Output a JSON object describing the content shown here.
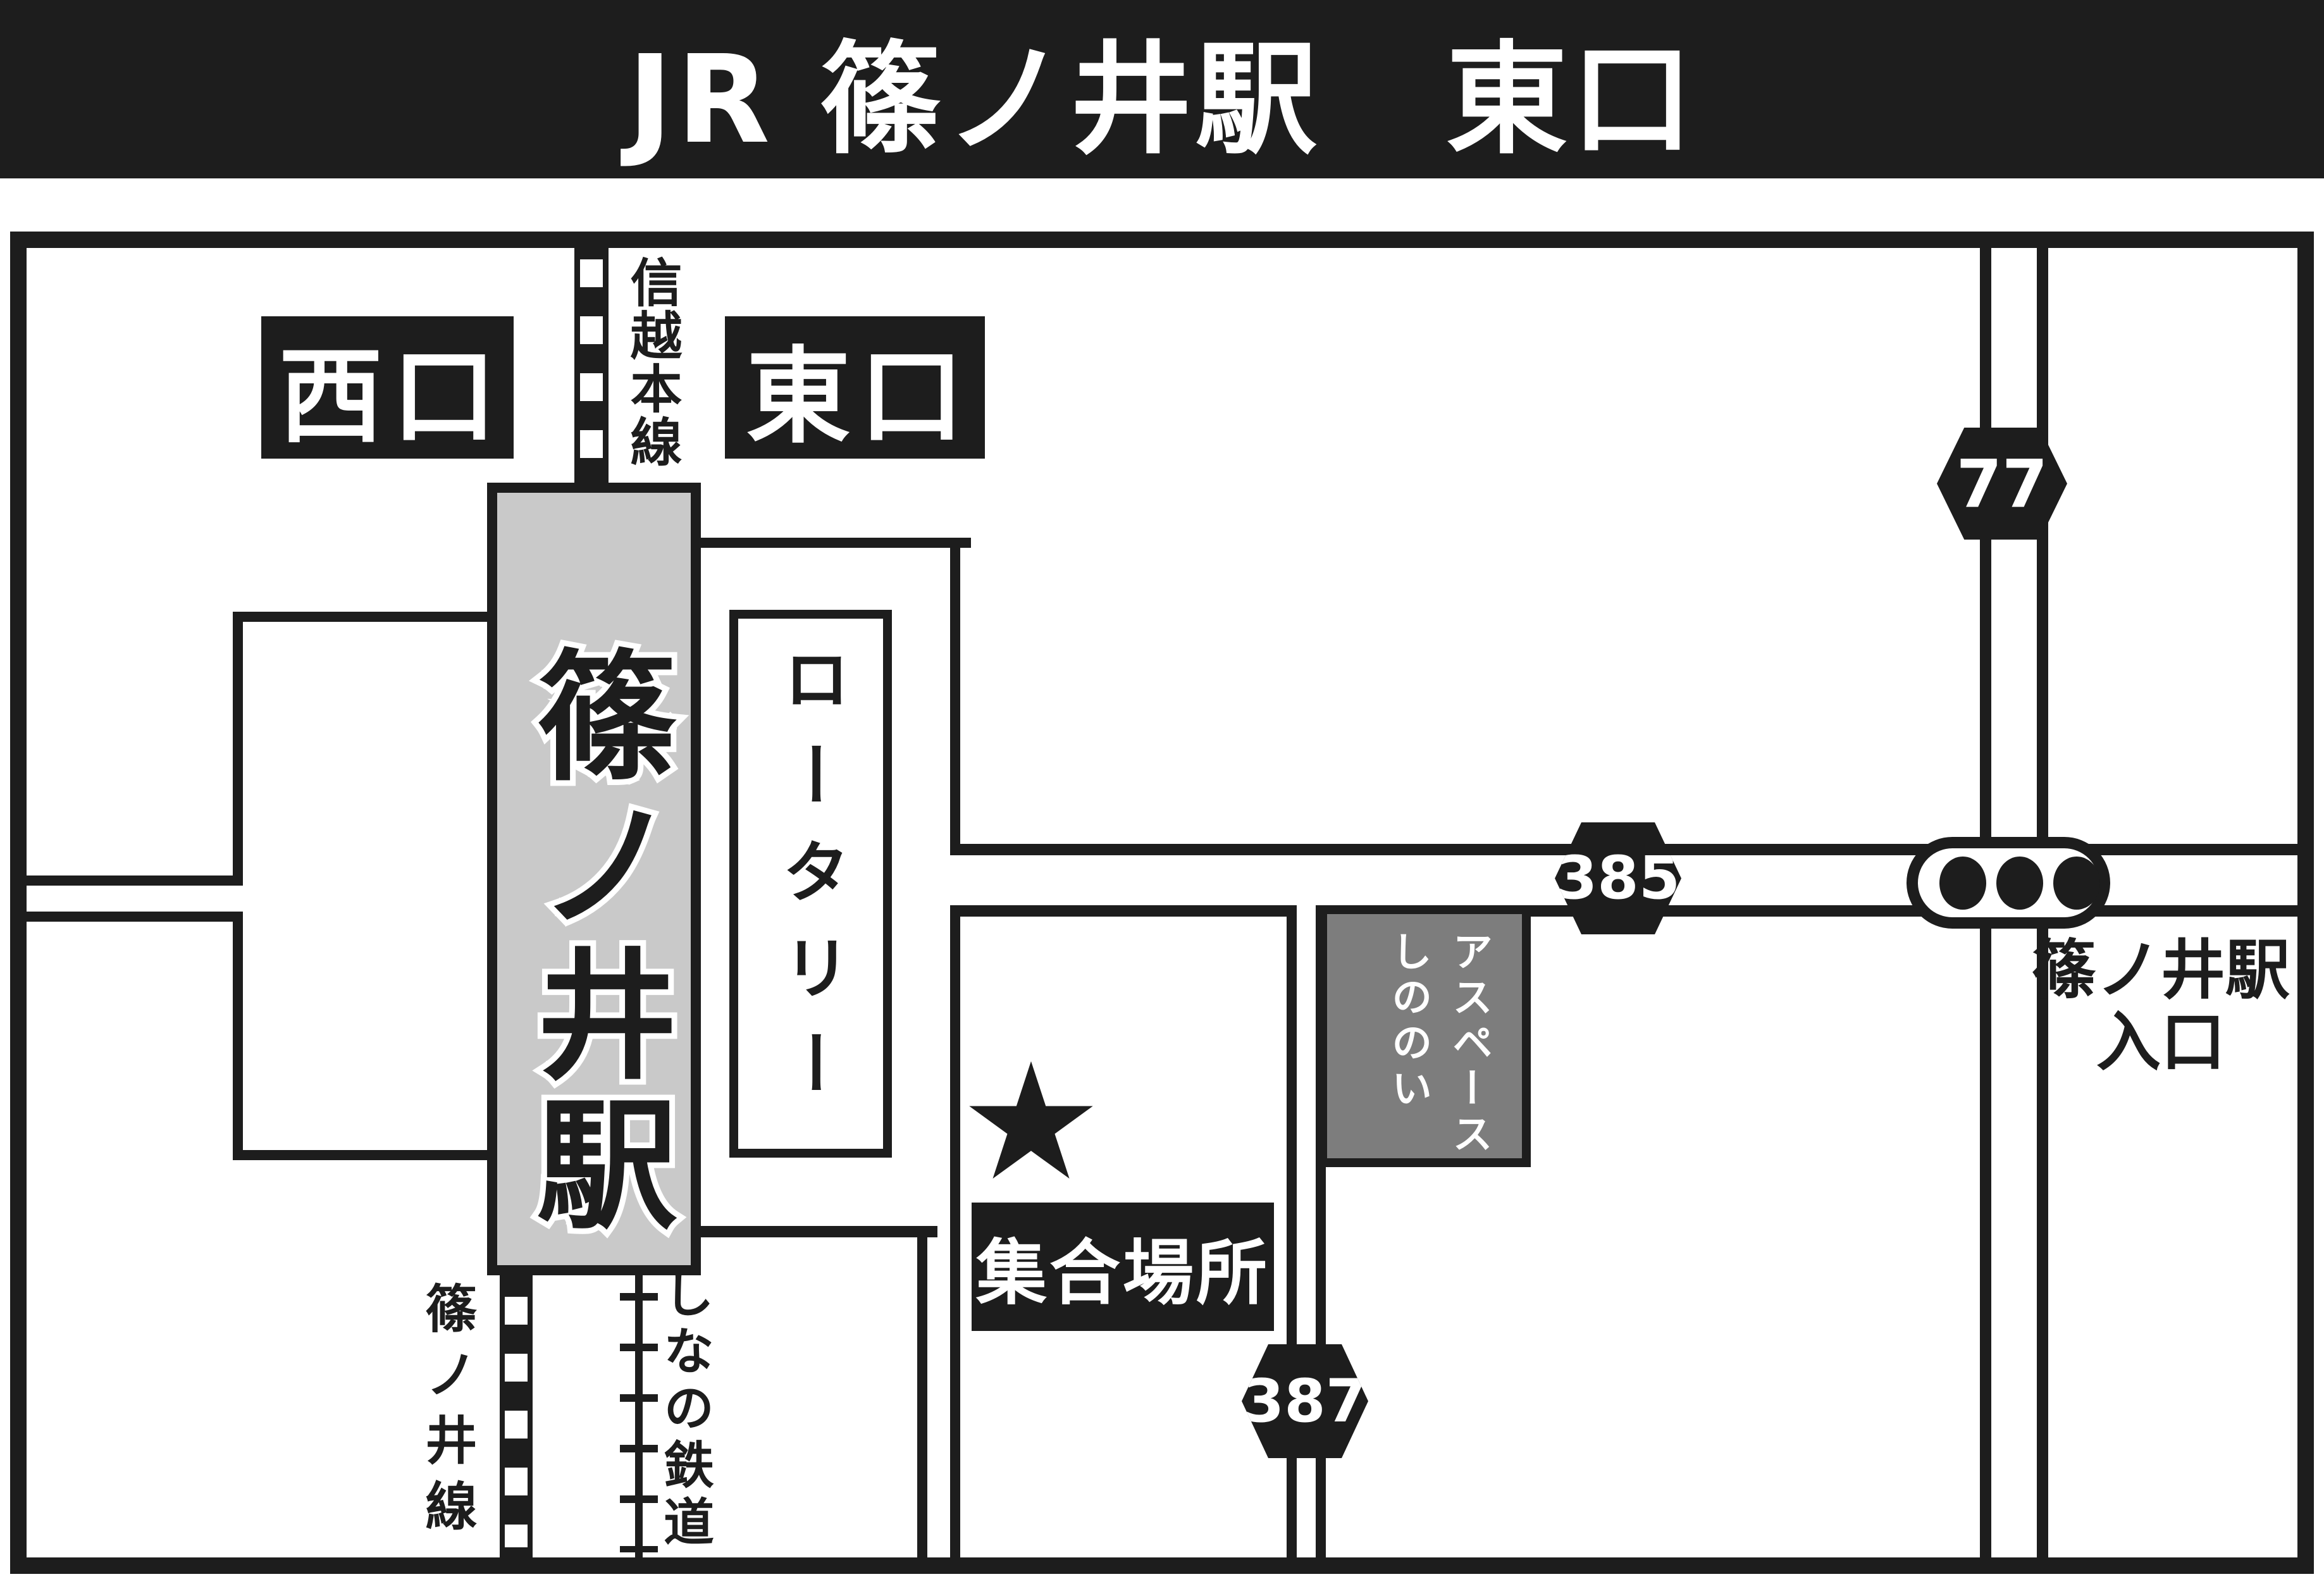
{
  "title": "JR 篠ノ井駅　東口",
  "colors": {
    "ink": "#1d1d1d",
    "station_gray": "#c9c9c9",
    "aspace_gray": "#7d7d7d",
    "background": "#ffffff"
  },
  "map": {
    "west_exit": "西口",
    "east_exit": "東口",
    "shinetsu_main_line": "信越本線",
    "station_name": "篠ノ井駅",
    "rotary": "ロータリー",
    "star": "★",
    "meeting_place": "集合場所",
    "aspace": {
      "line1": "アスペース",
      "line2": "しののい"
    },
    "station_entrance": {
      "line1": "篠ノ井駅",
      "line2": "入口"
    },
    "shinonoi_line": "篠ノ井線",
    "shinano_railway": "しなの鉄道",
    "routes": {
      "r77": "77",
      "r385": "385",
      "r387": "387"
    }
  }
}
